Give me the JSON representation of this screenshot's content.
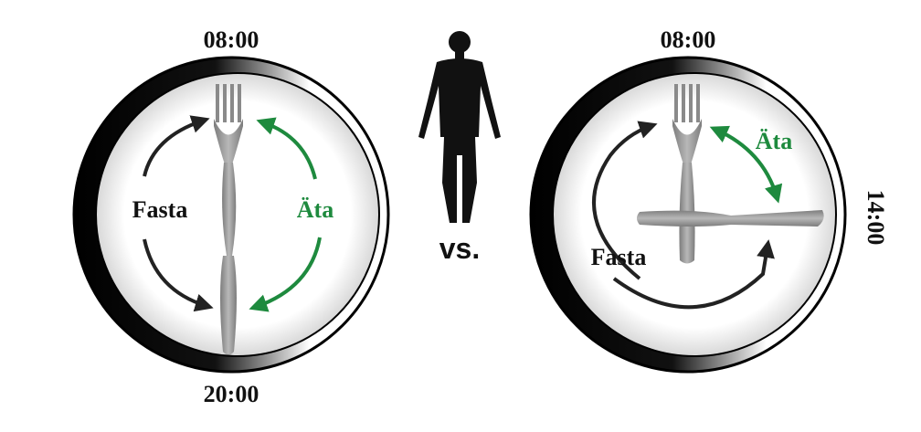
{
  "left_clock": {
    "top_time": "08:00",
    "bottom_time": "20:00",
    "fast_label": "Fasta",
    "eat_label": "Äta"
  },
  "right_clock": {
    "top_time": "08:00",
    "side_time": "14:00",
    "fast_label": "Fasta",
    "eat_label": "Äta"
  },
  "vs_label": "vs.",
  "icons": [
    "human-silhouette-icon",
    "fork-icon",
    "knife-icon",
    "arrow-icon"
  ],
  "colors": {
    "eat_arrow": "#1e8a3e",
    "fast_arrow": "#222222",
    "plate_rim": "#000000",
    "cutlery": "#9a9a9a"
  }
}
